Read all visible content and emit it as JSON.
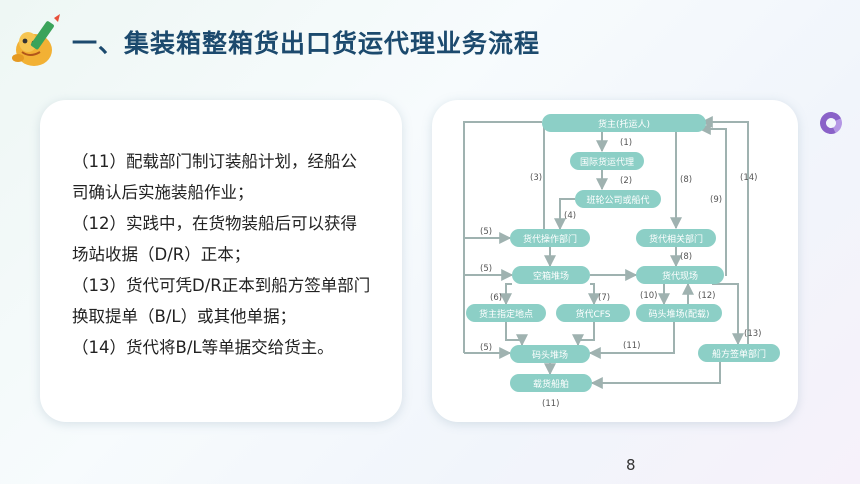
{
  "title": "一、集装箱整箱货出口货运代理业务流程",
  "text_lines": [
    "（11）配载部门制订装船计划，经船公司确认后实施装船作业；",
    "（12）实践中，在货物装船后可以获得场站收据（D/R）正本；",
    "（13）货代可凭D/R正本到船方签单部门换取提单（B/L）或其他单据；",
    "（14）货代将B/L等单据交给货主。"
  ],
  "page_number": "8",
  "diagram": {
    "nodes": {
      "shipper": "货主(托运人)",
      "forwarder": "国际货运代理",
      "carrier": "班轮公司或船代",
      "ops_dept": "货代操作部门",
      "related_dept": "货代相关部门",
      "empty_yard": "空箱堆场",
      "site": "货代现场",
      "shipper_place": "货主指定地点",
      "cfs": "货代CFS",
      "terminal_stow": "码头堆场(配载)",
      "terminal_yard": "码头堆场",
      "ship_sign": "船方签单部门",
      "vessel": "载货船舶"
    },
    "edge_labels": {
      "e1": "(1)",
      "e2": "(2)",
      "e3": "(3)",
      "e4": "(4)",
      "e5a": "(5)",
      "e5b": "(5)",
      "e5c": "(5)",
      "e6": "(6)",
      "e7": "(7)",
      "e8a": "(8)",
      "e8b": "(8)",
      "e9": "(9)",
      "e10": "(10)",
      "e11a": "(11)",
      "e11b": "(11)",
      "e12": "(12)",
      "e13": "(13)",
      "e14": "(14)"
    },
    "colors": {
      "node_fill": "#8ccfc6",
      "node_text": "#ffffff",
      "line": "#9fb2b0",
      "label": "#555555"
    }
  }
}
